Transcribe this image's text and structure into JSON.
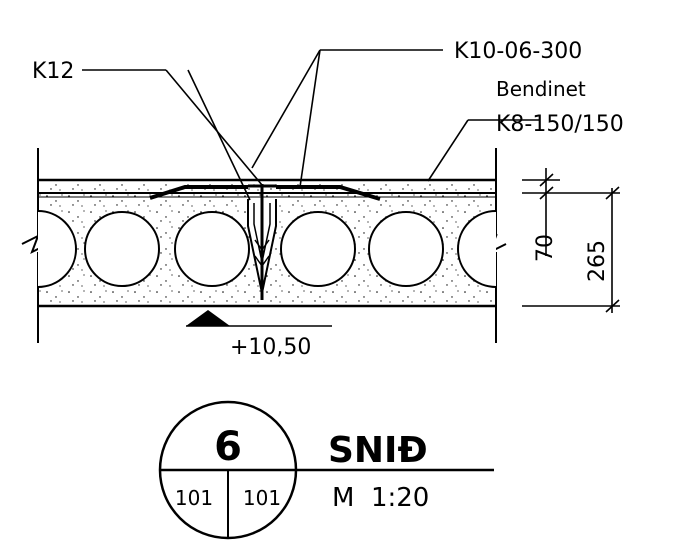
{
  "labels": {
    "k12": "K12",
    "k10": "K10-06-300",
    "bendinet": "Bendinet",
    "k8": "K8-150/150",
    "level": "+10,50",
    "dim_70": "70",
    "dim_265": "265"
  },
  "title_block": {
    "number": "6",
    "ref_left": "101",
    "ref_right": "101",
    "title": "SNIÐ",
    "scale": "M  1:20"
  }
}
